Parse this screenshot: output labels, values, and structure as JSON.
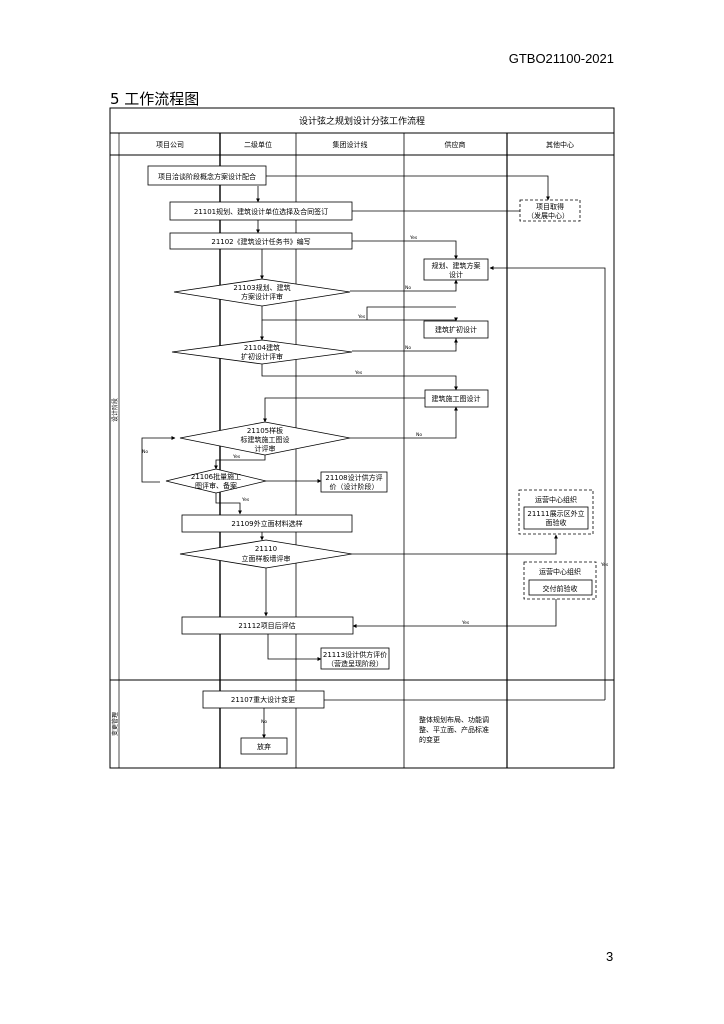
{
  "header": {
    "doc_code": "GTBO21100-2021"
  },
  "section": {
    "title": "5 工作流程图"
  },
  "flowchart": {
    "title": "设计弦之规划设计分弦工作流程",
    "lanes": [
      "项目公司",
      "二级单位",
      "集团设计线",
      "供应商",
      "其他中心"
    ],
    "phases": [
      "设计阶段",
      "变更管理"
    ],
    "nodes": {
      "n1": "项目洽谈阶段概念方案设计配合",
      "n_acq_1": "项目取得",
      "n_acq_2": "（发展中心）",
      "n2": "21101规划、建筑设计单位选择及合同签订",
      "n3": "21102《建筑设计任务书》编写",
      "n4_1": "规划、建筑方案",
      "n4_2": "设计",
      "d1_1": "21103规划、建筑",
      "d1_2": "方案设计评审",
      "n5": "建筑扩初设计",
      "d2_1": "21104建筑",
      "d2_2": "扩初设计评审",
      "n6": "建筑施工图设计",
      "d3_1": "21105样板",
      "d3_2": "标建筑施工图设",
      "d3_3": "计评审",
      "d4_1": "21106批量施工",
      "d4_2": "图评审、备案",
      "n7_1": "21108设计供方评",
      "n7_2": "价（设计阶段）",
      "g1_title": "运营中心组织",
      "g1_1": "21111展示区外立",
      "g1_2": "面验收",
      "n8": "21109外立面材料选样",
      "d5_1": "21110",
      "d5_2": "立面样板墙评审",
      "g2_title": "运营中心组织",
      "g2_1": "交付前验收",
      "n9": "21112项目后评估",
      "n10_1": "21113设计供方评价",
      "n10_2": "（营造呈现阶段）",
      "n11": "21107重大设计变更",
      "n12": "放弃",
      "note_1": "整体规划布局、功能调",
      "note_2": "整、平立面、产品标准",
      "note_3": "的变更"
    },
    "edge_labels": {
      "yes": "Yes",
      "no": "No"
    }
  },
  "footer": {
    "page_number": "3"
  }
}
